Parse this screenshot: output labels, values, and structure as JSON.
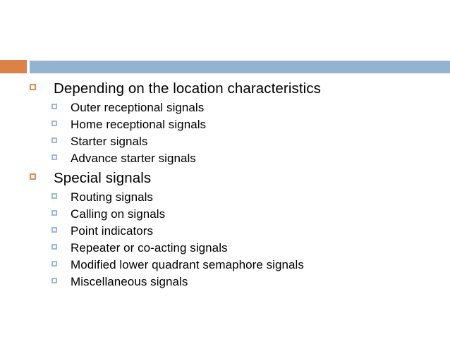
{
  "slide": {
    "background_color": "#ffffff",
    "decor": {
      "accent_block_color": "#DD8147",
      "accent_block_name": "orange-accent-block",
      "header_bar_color": "#94B3D1",
      "header_bar_name": "blue-header-bar"
    },
    "title": "",
    "bullets": [
      {
        "level": 1,
        "marker": "hollow-square-orange",
        "text": "Depending on the location characteristics"
      },
      {
        "level": 2,
        "marker": "hollow-square-blue",
        "text": "Outer receptional signals"
      },
      {
        "level": 2,
        "marker": "hollow-square-blue",
        "text": "Home receptional signals"
      },
      {
        "level": 2,
        "marker": "hollow-square-blue",
        "text": "Starter signals"
      },
      {
        "level": 2,
        "marker": "hollow-square-blue",
        "text": "Advance starter signals"
      },
      {
        "level": 1,
        "marker": "hollow-square-orange",
        "text": "Special signals"
      },
      {
        "level": 2,
        "marker": "hollow-square-blue",
        "text": "Routing signals"
      },
      {
        "level": 2,
        "marker": "hollow-square-blue",
        "text": "Calling on signals"
      },
      {
        "level": 2,
        "marker": "hollow-square-blue",
        "text": "Point indicators"
      },
      {
        "level": 2,
        "marker": "hollow-square-blue",
        "text": "Repeater or co-acting signals"
      },
      {
        "level": 2,
        "marker": "hollow-square-blue",
        "text": "Modified lower quadrant semaphore signals"
      },
      {
        "level": 2,
        "marker": "hollow-square-blue",
        "text": "Miscellaneous signals"
      }
    ]
  }
}
